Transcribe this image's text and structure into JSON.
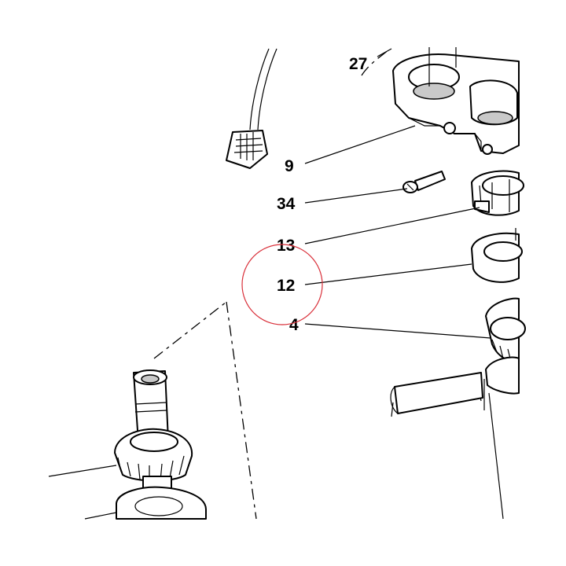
{
  "callouts": [
    {
      "id": "27",
      "label": "27"
    },
    {
      "id": "9",
      "label": "9"
    },
    {
      "id": "34",
      "label": "34"
    },
    {
      "id": "13",
      "label": "13"
    },
    {
      "id": "12",
      "label": "12"
    },
    {
      "id": "4",
      "label": "4"
    }
  ],
  "highlighted_callout": "12",
  "colors": {
    "line": "#000000",
    "shade": "#c9c9c9",
    "highlight": "#d9303a"
  }
}
